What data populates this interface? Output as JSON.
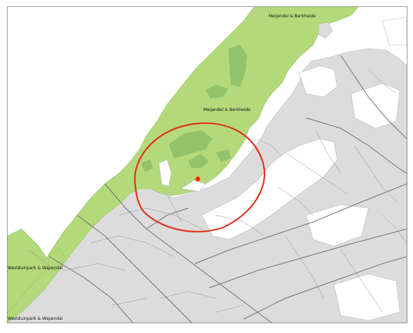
{
  "map": {
    "labels": {
      "meijendel_top": "Meijendel & Berkheide",
      "meijendel_mid": "Meijendel & Berkheide",
      "westduinpark_1": "Westduinpark & Wapendal",
      "westduinpark_2": "Westduinpark & Wapendal"
    },
    "colors": {
      "dune_green": "#b3d97a",
      "forest_green": "#92c36a",
      "urban_gray": "#dcdcdc",
      "road_line": "#6d6d6d",
      "road_minor": "#8a8a8a",
      "survey_circle": "#e0321c",
      "marker_fill": "#d4261a",
      "marker_ring": "#e8a23a"
    },
    "icons": {
      "marker": "location-dot-icon"
    }
  }
}
